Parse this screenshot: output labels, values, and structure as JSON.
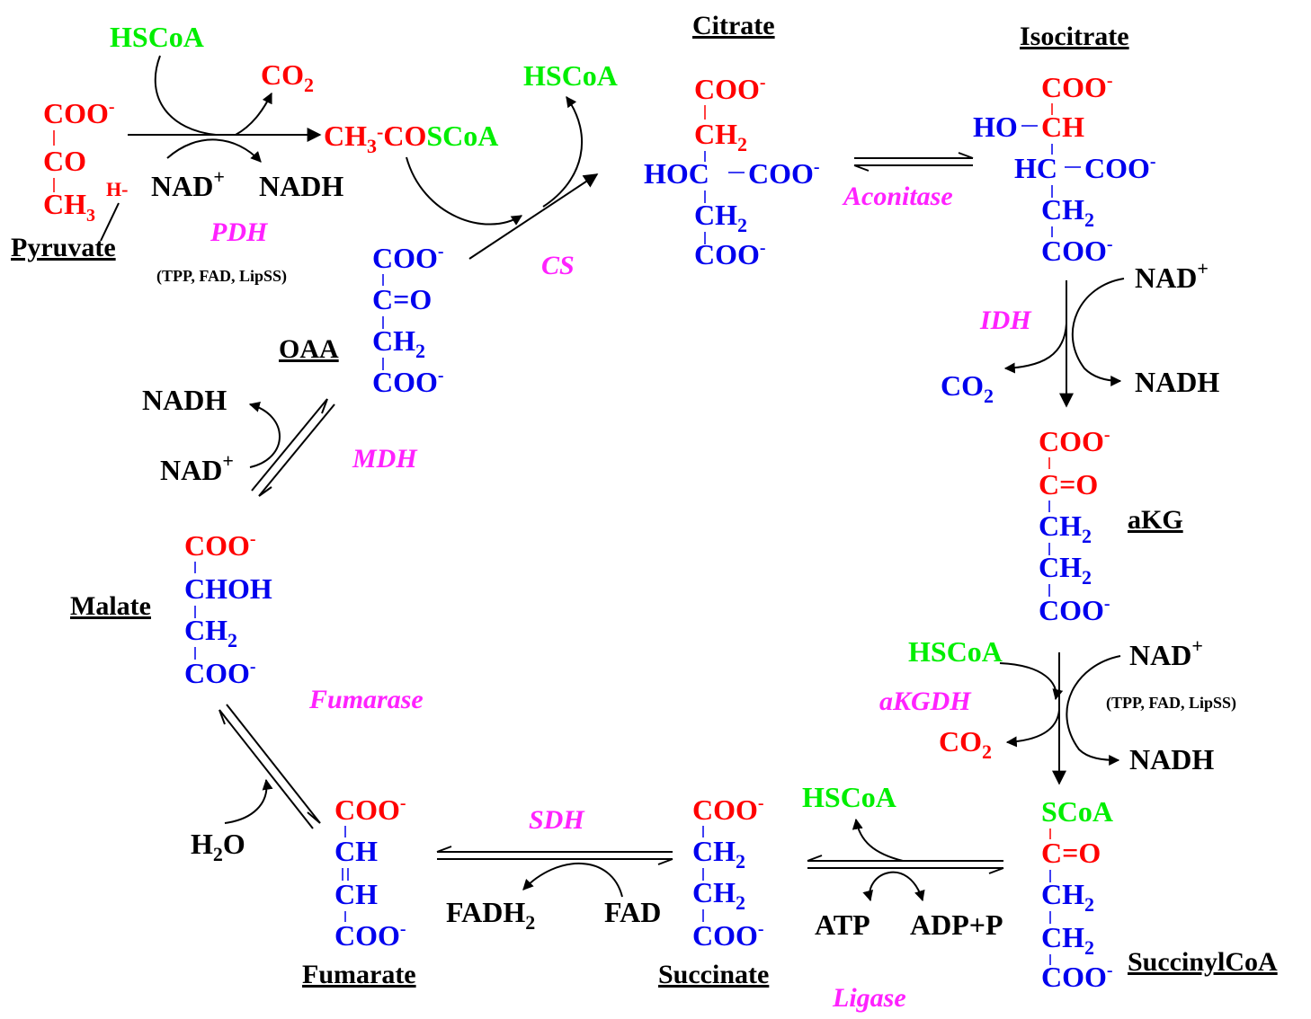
{
  "colors": {
    "red": "#ff0000",
    "blue": "#0000ee",
    "green": "#00ee00",
    "magenta": "#ff22ff",
    "black": "#000000"
  },
  "names": {
    "citrate": "Citrate",
    "isocitrate": "Isocitrate",
    "pyruvate": "Pyruvate",
    "oaa": "OAA",
    "akg": "aKG",
    "malate": "Malate",
    "fumarate": "Fumarate",
    "succinate": "Succinate",
    "succinylcoa": "SuccinylCoA"
  },
  "enzymes": {
    "pdh": "PDH",
    "pdh_cofactors": "(TPP, FAD, LipSS)",
    "cs": "CS",
    "aconitase": "Aconitase",
    "idh": "IDH",
    "akgdh": "aKGDH",
    "akgdh_cofactors": "(TPP, FAD, LipSS)",
    "ligase": "Ligase",
    "sdh": "SDH",
    "fumarase": "Fumarase",
    "mdh": "MDH"
  },
  "cofactors": {
    "hscoa": "HSCoA",
    "co2": "CO",
    "co2_sub": "2",
    "nad": "NAD",
    "nad_sup": "+",
    "nadh": "NADH",
    "fad": "FAD",
    "fadh2": "FADH",
    "fadh2_sub": "2",
    "atp": "ATP",
    "adpp": "ADP+P",
    "h2o_h": "H",
    "h2o_sub": "2",
    "h2o_o": "O"
  },
  "acetylcoa": {
    "ch3": "CH",
    "sub3": "3",
    "dash": "-",
    "co": "CO",
    "scoa": "SCoA"
  },
  "pyruvate": {
    "l1": "COO",
    "l1_sup": "-",
    "l2": "CO",
    "l3": "CH",
    "l3_sub": "3",
    "h": "H-"
  },
  "citrate": {
    "l1": "COO",
    "l1_sup": "-",
    "l2": "CH",
    "l2_sub": "2",
    "l3a": "HOC",
    "l3b": "COO",
    "l3_sup": "-",
    "l4": "CH",
    "l4_sub": "2",
    "l5": "COO",
    "l5_sup": "-"
  },
  "isocitrate": {
    "l1": "COO",
    "l1_sup": "-",
    "l2a": "HO",
    "l2b": "CH",
    "l3a": "HC",
    "l3b": "COO",
    "l3_sup": "-",
    "l4": "CH",
    "l4_sub": "2",
    "l5": "COO",
    "l5_sup": "-"
  },
  "oaa": {
    "l1": "COO",
    "l1_sup": "-",
    "l2": "C=O",
    "l3": "CH",
    "l3_sub": "2",
    "l4": "COO",
    "l4_sup": "-"
  },
  "akg": {
    "l1": "COO",
    "l1_sup": "-",
    "l2": "C=O",
    "l3": "CH",
    "l3_sub": "2",
    "l4": "CH",
    "l4_sub": "2",
    "l5": "COO",
    "l5_sup": "-"
  },
  "malate": {
    "l1": "COO",
    "l1_sup": "-",
    "l2": "CHOH",
    "l3": "CH",
    "l3_sub": "2",
    "l4": "COO",
    "l4_sup": "-"
  },
  "fumarate": {
    "l1": "COO",
    "l1_sup": "-",
    "l2": "CH",
    "l3": "CH",
    "l4": "COO",
    "l4_sup": "-"
  },
  "succinate": {
    "l1": "COO",
    "l1_sup": "-",
    "l2": "CH",
    "l2_sub": "2",
    "l3": "CH",
    "l3_sub": "2",
    "l4": "COO",
    "l4_sup": "-"
  },
  "succinylcoa": {
    "l1": "SCoA",
    "l2": "C=O",
    "l3": "CH",
    "l3_sub": "2",
    "l4": "CH",
    "l4_sub": "2",
    "l5": "COO",
    "l5_sup": "-"
  }
}
